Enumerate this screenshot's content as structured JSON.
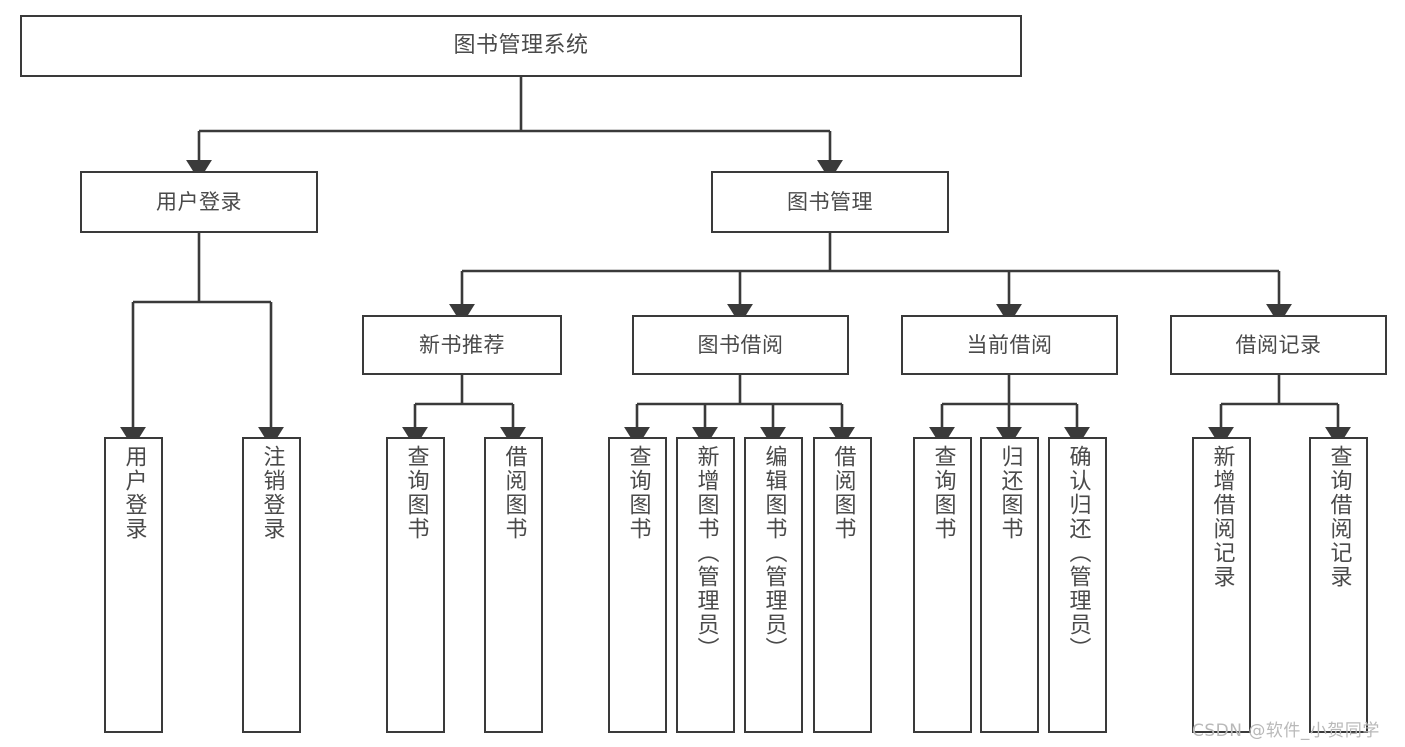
{
  "diagram": {
    "title": "图书管理系统",
    "type": "tree-hierarchy-chart",
    "watermark": "CSDN @软件_小贺同学",
    "colors": {
      "stroke": "#3a3a3a",
      "text": "#4a4a4a",
      "background": "#ffffff",
      "watermark": "#b9b9b9"
    },
    "nodes": {
      "root": {
        "label": "图书管理系统"
      },
      "level2": [
        {
          "id": "user-login",
          "label": "用户登录"
        },
        {
          "id": "book-manage",
          "label": "图书管理"
        }
      ],
      "level3": [
        {
          "id": "new-book-recommend",
          "label": "新书推荐"
        },
        {
          "id": "book-borrow",
          "label": "图书借阅"
        },
        {
          "id": "current-borrow",
          "label": "当前借阅"
        },
        {
          "id": "borrow-record",
          "label": "借阅记录"
        }
      ],
      "leaves": {
        "user_login": [
          {
            "id": "leaf-user-login",
            "label": "用户登录"
          },
          {
            "id": "leaf-logout-login",
            "label": "注销登录"
          }
        ],
        "new_book_recommend": [
          {
            "id": "leaf-query-book-1",
            "label": "查询图书"
          },
          {
            "id": "leaf-borrow-book-1",
            "label": "借阅图书"
          }
        ],
        "book_borrow": [
          {
            "id": "leaf-query-book-2",
            "label": "查询图书"
          },
          {
            "id": "leaf-add-book",
            "label": "新增图书（管理员）"
          },
          {
            "id": "leaf-edit-book",
            "label": "编辑图书（管理员）"
          },
          {
            "id": "leaf-borrow-book-2",
            "label": "借阅图书"
          }
        ],
        "current_borrow": [
          {
            "id": "leaf-query-book-3",
            "label": "查询图书"
          },
          {
            "id": "leaf-return-book",
            "label": "归还图书"
          },
          {
            "id": "leaf-confirm-return",
            "label": "确认归还（管理员）"
          }
        ],
        "borrow_record": [
          {
            "id": "leaf-add-record",
            "label": "新增借阅记录"
          },
          {
            "id": "leaf-query-record",
            "label": "查询借阅记录"
          }
        ]
      }
    }
  }
}
